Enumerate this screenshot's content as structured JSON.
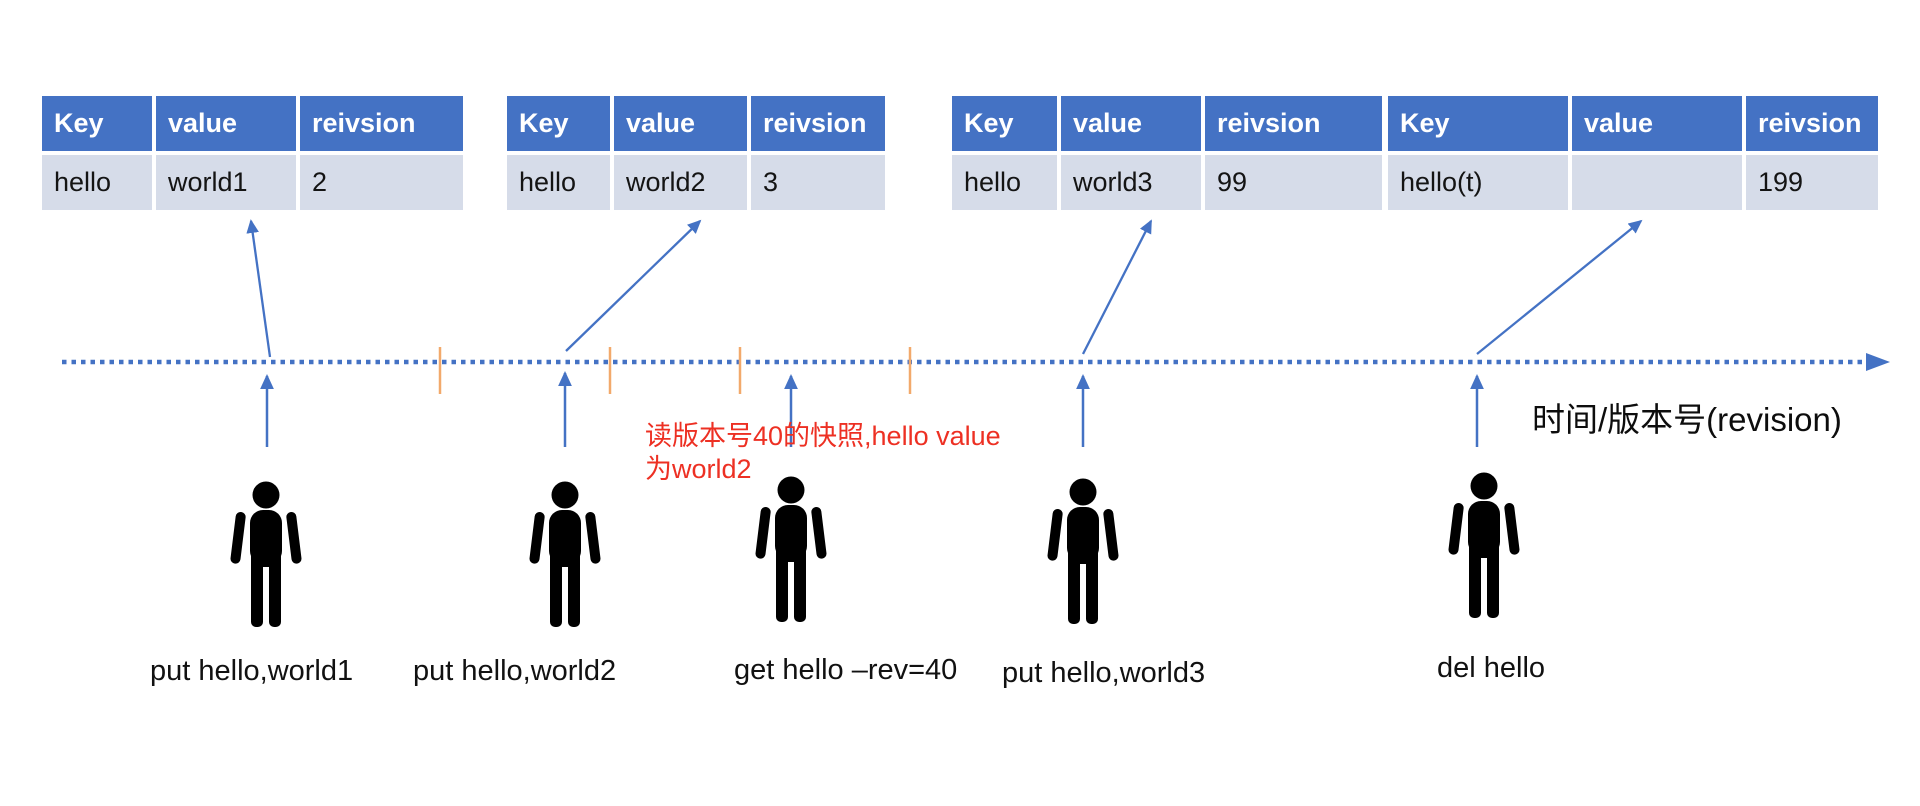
{
  "tables": [
    {
      "headers": [
        "Key",
        "value",
        "reivsion"
      ],
      "row": [
        "hello",
        "world1",
        "2"
      ]
    },
    {
      "headers": [
        "Key",
        "value",
        "reivsion"
      ],
      "row": [
        "hello",
        "world2",
        "3"
      ]
    },
    {
      "headers": [
        "Key",
        "value",
        "reivsion"
      ],
      "row": [
        "hello",
        "world3",
        "99"
      ]
    },
    {
      "headers": [
        "Key",
        "value",
        "reivsion"
      ],
      "row": [
        "hello(t)",
        "",
        "199"
      ]
    }
  ],
  "timeline": {
    "axis_label": "时间/版本号(revision)"
  },
  "annotation": {
    "line1": "读版本号40的快照,hello value",
    "line2": "为world2"
  },
  "actors": [
    {
      "icon": "person-silhouette",
      "label": "put hello,world1"
    },
    {
      "icon": "person-silhouette",
      "label": "put hello,world2"
    },
    {
      "icon": "person-silhouette",
      "label": "get hello –rev=40"
    },
    {
      "icon": "person-silhouette",
      "label": "put hello,world3"
    },
    {
      "icon": "person-silhouette",
      "label": "del hello"
    }
  ],
  "colors": {
    "table_header_bg": "#4472C4",
    "table_row_bg": "#D6DCE9",
    "arrow_blue": "#4472C4",
    "tick_orange": "#F2A96B",
    "annotation_red": "#ED3023",
    "figure_black": "#000000"
  }
}
